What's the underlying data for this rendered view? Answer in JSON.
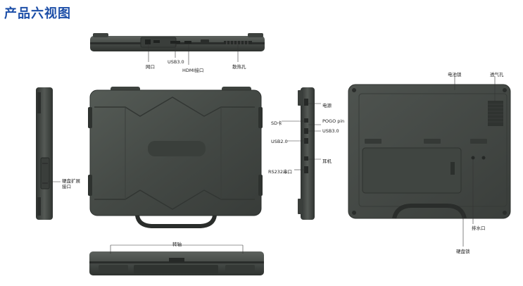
{
  "title": "产品六视图",
  "labels": {
    "top_view": {
      "network_port": "网口",
      "usb30": "USB3.0",
      "hdmi": "HDMI接口",
      "vent": "散热孔"
    },
    "left_view": {
      "hdd_expansion": "硬盘扩展\n接口"
    },
    "right_view": {
      "power": "电源",
      "sd_card": "SD卡",
      "pogo_pin": "POGO pin",
      "usb30": "USB3.0",
      "usb20": "USB2.0",
      "earphone": "耳机",
      "rs232": "RS232串口"
    },
    "back_view": {
      "battery_lock": "电池锁",
      "vent_hole": "透气孔",
      "drain_hole": "排水口",
      "hdd_lock": "硬盘锁"
    },
    "front_view": {
      "hinge": "转轴"
    }
  },
  "colors": {
    "title": "#1d4fa8",
    "body_dark": "#3b3f3c",
    "body_mid": "#4a4f4b",
    "body_light": "#5c625d",
    "leader_line": "#333333"
  }
}
